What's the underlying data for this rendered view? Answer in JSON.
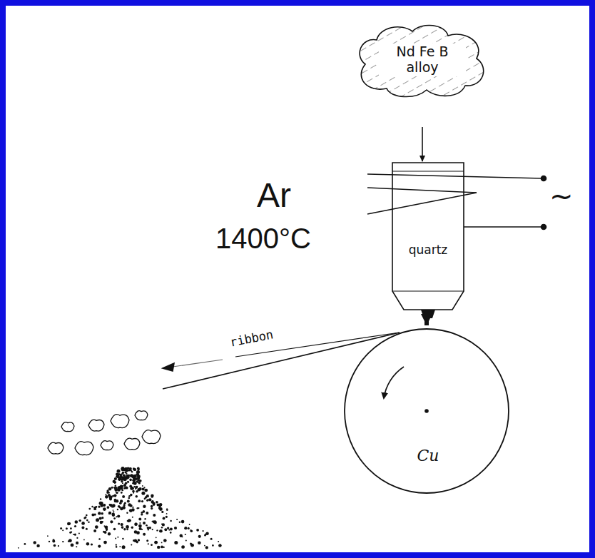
{
  "diagram": {
    "nodes": [
      {
        "text": [
          "Nd Fe B alloy"
        ]
      },
      {
        "text": [
          "quartz"
        ]
      },
      {
        "text": [
          "Cu"
        ]
      }
    ],
    "edges": [
      {
        "from": 0,
        "to": 1,
        "arrow": "to"
      },
      {
        "from": 1,
        "to": 2,
        "arrow": "to"
      }
    ],
    "labels": [
      "Ar",
      "1400°C",
      "ribbon",
      "~"
    ]
  }
}
